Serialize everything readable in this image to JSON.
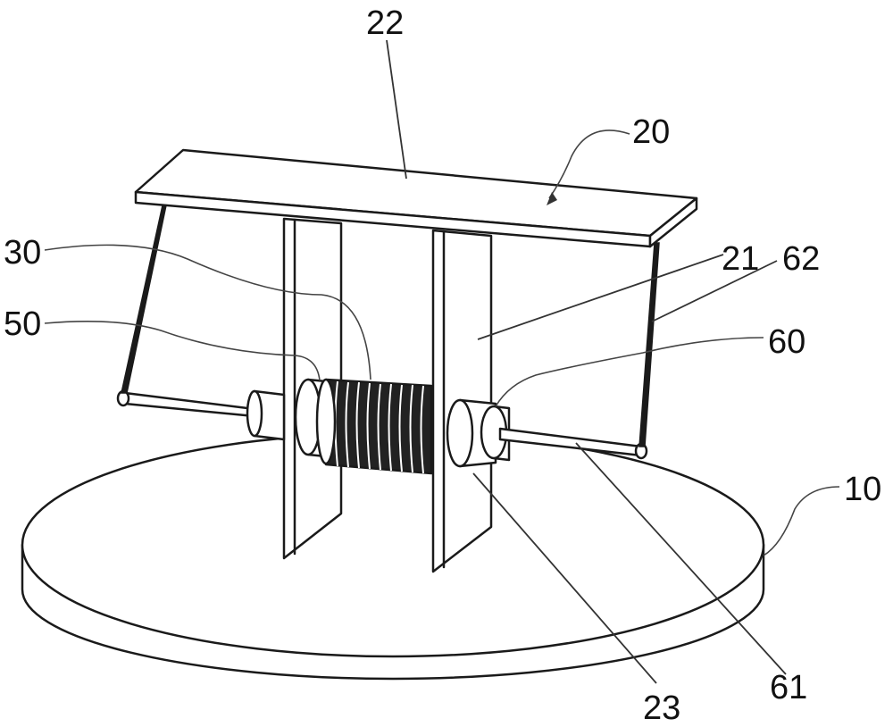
{
  "labels": {
    "base_disc": "10",
    "frame": "20",
    "side_plate": "21",
    "top_plate": "22",
    "bearing": "23",
    "coil": "30",
    "sleeve": "50",
    "shaft_collar": "60",
    "shaft": "61",
    "link_rod": "62"
  },
  "colors": {
    "line": "#1a1a1a",
    "background": "#ffffff"
  }
}
